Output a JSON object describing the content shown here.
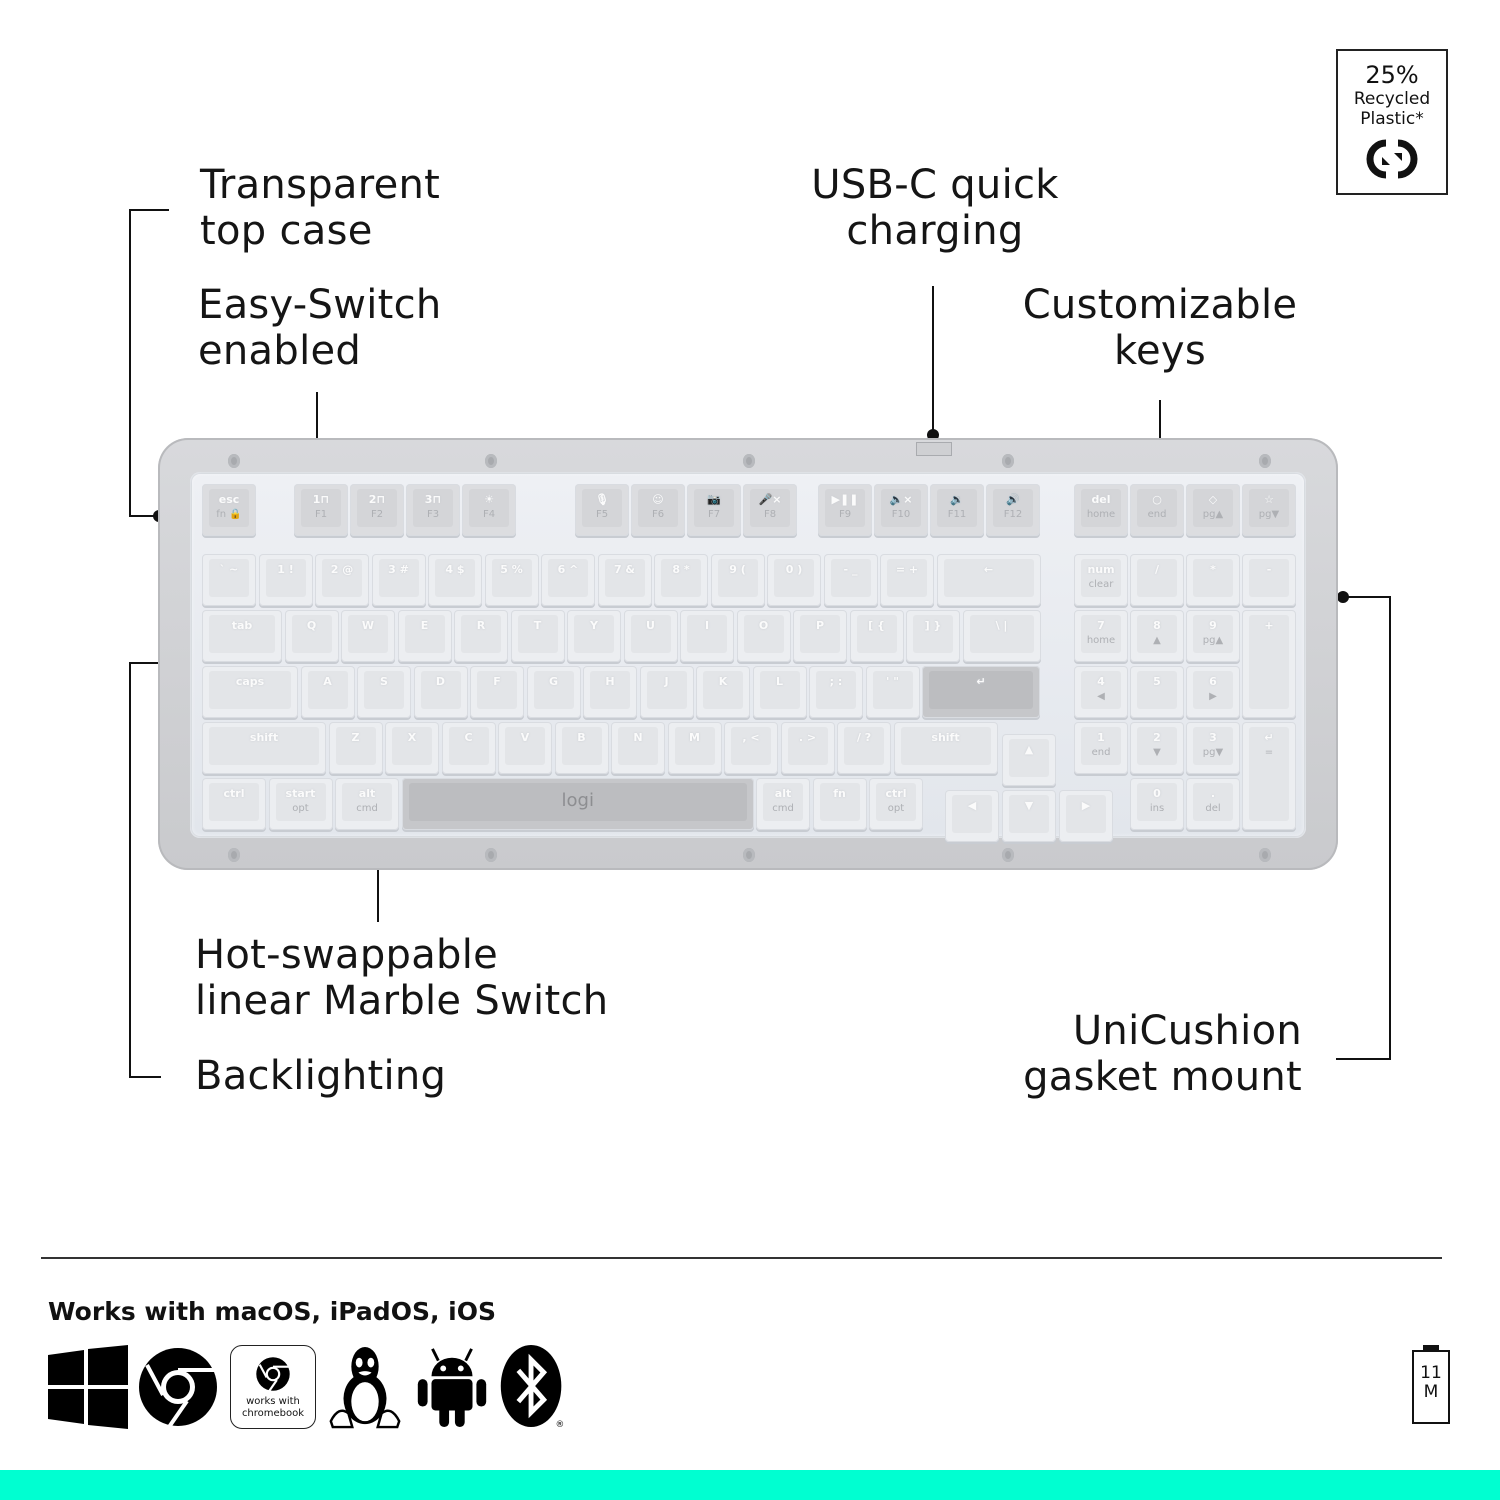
{
  "badge": {
    "percent": "25%",
    "line1": "Recycled",
    "line2": "Plastic*",
    "icon": "recycle-arrows-icon"
  },
  "callouts": {
    "transparent_top_case": {
      "line1": "Transparent",
      "line2": "top case"
    },
    "easy_switch": {
      "line1": "Easy-Switch",
      "line2": "enabled"
    },
    "usb_c": {
      "line1": "USB-C quick",
      "line2": "charging"
    },
    "customizable_keys": {
      "line1": "Customizable",
      "line2": "keys"
    },
    "hot_swappable": {
      "line1": "Hot-swappable",
      "line2": "linear Marble Switch"
    },
    "backlighting": {
      "line1": "Backlighting"
    },
    "unicushion": {
      "line1": "UniCushion",
      "line2": "gasket mount"
    }
  },
  "keyboard": {
    "brand_logo": "logi",
    "status_led_color": "#2ee07a",
    "rows": {
      "function": [
        {
          "l1": "esc",
          "l2": "fn 🔒"
        },
        {
          "l1": "1⊓",
          "l2": "F1"
        },
        {
          "l1": "2⊓",
          "l2": "F2"
        },
        {
          "l1": "3⊓",
          "l2": "F3"
        },
        {
          "l1": "☀",
          "l2": "F4"
        },
        {
          "l1": "🎙",
          "l2": "F5"
        },
        {
          "l1": "☺",
          "l2": "F6"
        },
        {
          "l1": "📷",
          "l2": "F7"
        },
        {
          "l1": "🎤×",
          "l2": "F8"
        },
        {
          "l1": "▶❚❚",
          "l2": "F9"
        },
        {
          "l1": "🔈×",
          "l2": "F10"
        },
        {
          "l1": "🔉",
          "l2": "F11"
        },
        {
          "l1": "🔊",
          "l2": "F12"
        },
        {
          "l1": "del",
          "l2": "home"
        },
        {
          "l1": "○",
          "l2": "end"
        },
        {
          "l1": "◇",
          "l2": "pg▲"
        },
        {
          "l1": "☆",
          "l2": "pg▼"
        }
      ],
      "number": [
        "` ~",
        "1 !",
        "2 @",
        "3 #",
        "4 $",
        "5 %",
        "6 ^",
        "7 &",
        "8 *",
        "9 (",
        "0 )",
        "- _",
        "= +",
        "←"
      ],
      "qwerty": [
        "tab",
        "Q",
        "W",
        "E",
        "R",
        "T",
        "Y",
        "U",
        "I",
        "O",
        "P",
        "[ {",
        "] }",
        "\\ |"
      ],
      "home": [
        "caps",
        "A",
        "S",
        "D",
        "F",
        "G",
        "H",
        "J",
        "K",
        "L",
        "; :",
        "' \"",
        "↵"
      ],
      "shift": [
        "shift",
        "Z",
        "X",
        "C",
        "V",
        "B",
        "N",
        "M",
        ", <",
        ". >",
        "/ ?",
        "shift"
      ],
      "bottom": [
        {
          "l1": "ctrl",
          "l2": ""
        },
        {
          "l1": "start",
          "l2": "opt"
        },
        {
          "l1": "alt",
          "l2": "cmd"
        },
        {
          "l1": "",
          "l2": ""
        },
        {
          "l1": "alt",
          "l2": "cmd"
        },
        {
          "l1": "fn",
          "l2": ""
        },
        {
          "l1": "ctrl",
          "l2": "opt"
        }
      ],
      "arrows": [
        "▲",
        "◀",
        "▼",
        "▶"
      ],
      "numpad": [
        {
          "l1": "num",
          "l2": "clear"
        },
        {
          "l1": "/",
          "l2": ""
        },
        {
          "l1": "*",
          "l2": ""
        },
        {
          "l1": "-",
          "l2": ""
        },
        {
          "l1": "7",
          "l2": "home"
        },
        {
          "l1": "8",
          "l2": "▲"
        },
        {
          "l1": "9",
          "l2": "pg▲"
        },
        {
          "l1": "+",
          "l2": ""
        },
        {
          "l1": "4",
          "l2": "◀"
        },
        {
          "l1": "5",
          "l2": ""
        },
        {
          "l1": "6",
          "l2": "▶"
        },
        {
          "l1": "1",
          "l2": "end"
        },
        {
          "l1": "2",
          "l2": "▼"
        },
        {
          "l1": "3",
          "l2": "pg▼"
        },
        {
          "l1": "↵",
          "l2": "="
        },
        {
          "l1": "0",
          "l2": "ins"
        },
        {
          "l1": ".",
          "l2": "del"
        }
      ]
    }
  },
  "footer": {
    "compat_text": "Works with macOS, iPadOS, iOS",
    "os_icons": [
      "windows-icon",
      "chrome-icon",
      "works-with-chromebook-icon",
      "linux-icon",
      "android-icon",
      "bluetooth-icon"
    ],
    "chromebook_label_1": "works with",
    "chromebook_label_2": "chromebook",
    "registered": "®",
    "battery_line1": "11",
    "battery_line2": "M",
    "accent_bar_color": "#00ffd1"
  }
}
